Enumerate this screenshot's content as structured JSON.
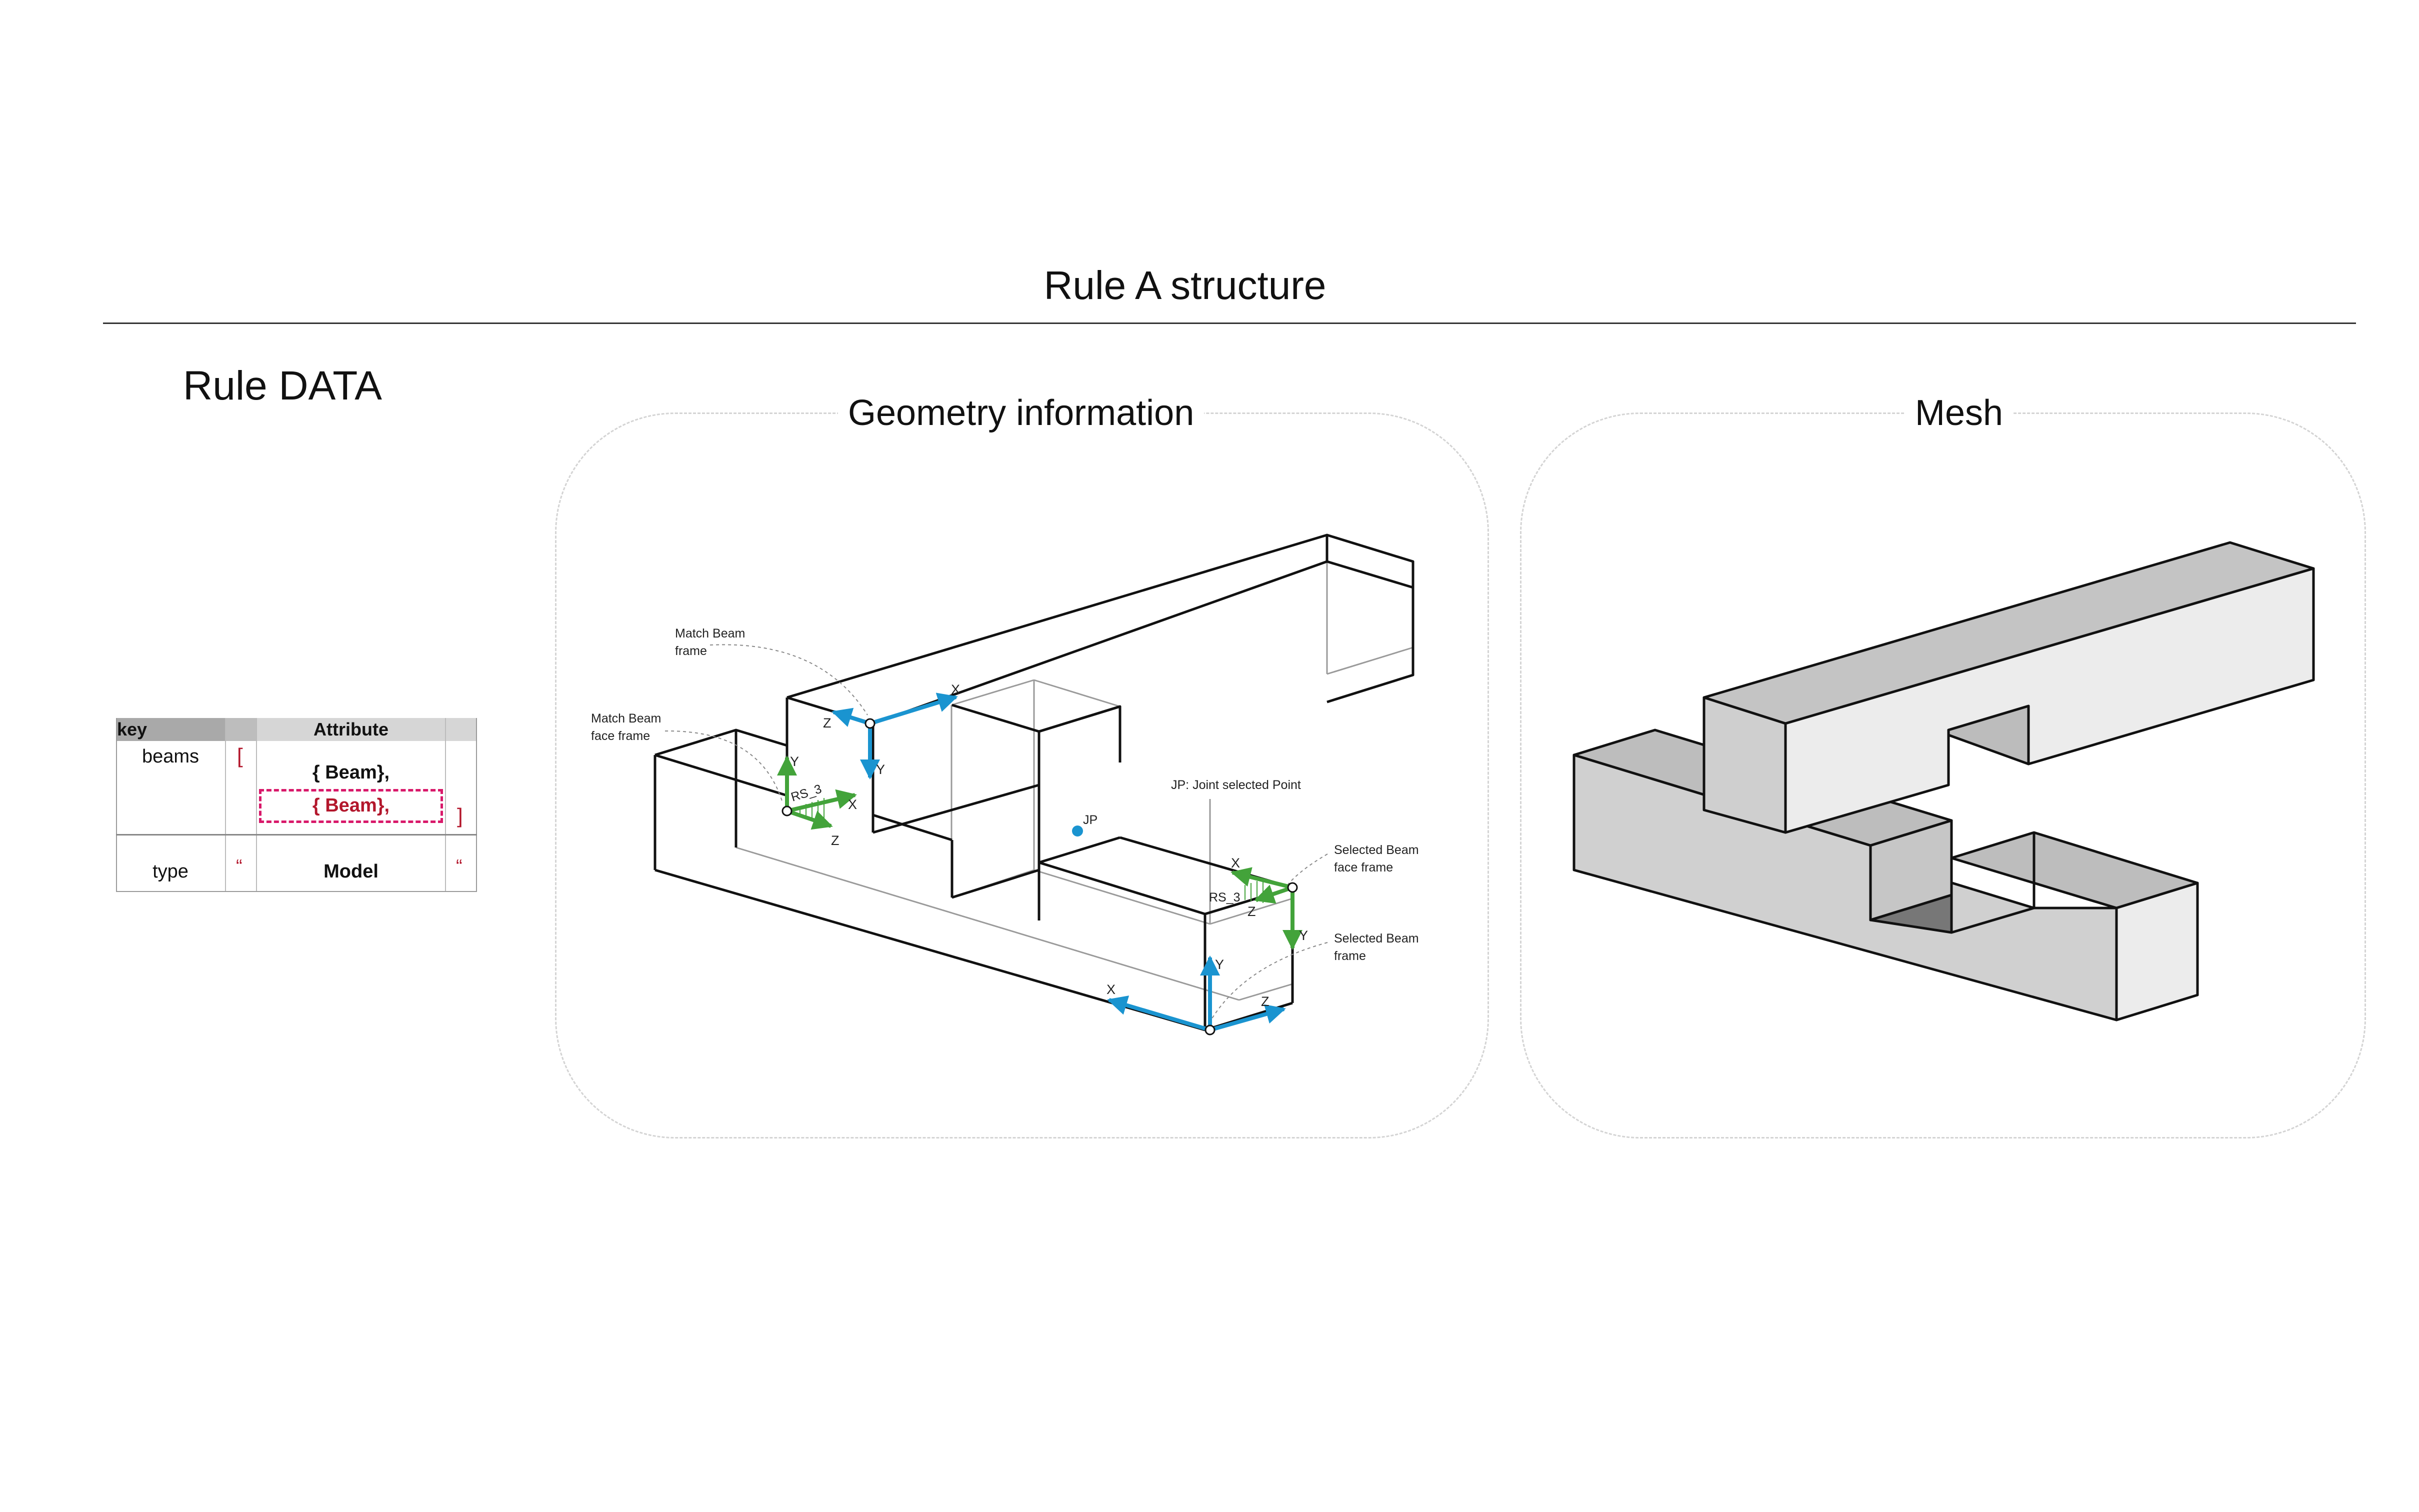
{
  "header": {
    "title": "Rule A structure"
  },
  "rule_data": {
    "title": "Rule DATA",
    "table": {
      "headers": [
        "key",
        "Attribute"
      ],
      "rows": [
        {
          "key": "beams",
          "open": "[",
          "values": [
            "{ Beam},",
            "{ Beam},"
          ],
          "close": "]"
        },
        {
          "key": "type",
          "open": "“",
          "values": [
            "Model"
          ],
          "close": "“"
        }
      ]
    }
  },
  "geometry_panel": {
    "title": "Geometry information",
    "labels": {
      "match_beam_frame": [
        "Match Beam",
        "frame"
      ],
      "match_beam_face_frame": [
        "Match Beam",
        "face frame"
      ],
      "selected_beam_face_frame": [
        "Selected Beam",
        "face frame"
      ],
      "selected_beam_frame": [
        "Selected Beam",
        "frame"
      ],
      "jp_point": "JP",
      "jp_legend": "JP: Joint selected Point",
      "rs_left": "RS_3",
      "rs_right": "RS_3"
    },
    "axes": {
      "x": "X",
      "y": "Y",
      "z": "Z"
    },
    "colors": {
      "frame_axis": "#1a94d0",
      "face_axis": "#43a33a",
      "outline": "#111111",
      "hidden": "#9a9a9a"
    }
  },
  "mesh_panel": {
    "title": "Mesh",
    "colors": {
      "top": "#c8c8c8",
      "side_light": "#ececec",
      "side_mid": "#d2d2d2",
      "shadow": "#7a7a7a"
    }
  }
}
